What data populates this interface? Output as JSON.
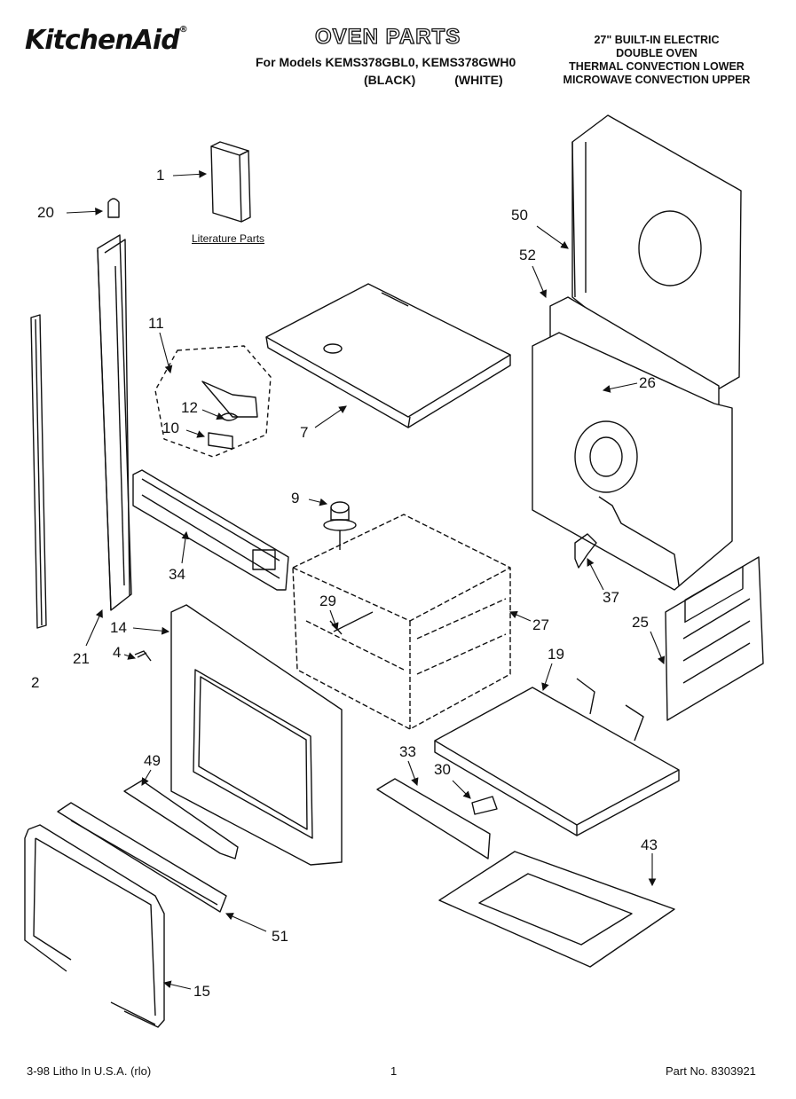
{
  "header": {
    "brand": "KitchenAid",
    "brand_mark": "®",
    "title": "OVEN PARTS",
    "models_line": "For Models KEMS378GBL0, KEMS378GWH0",
    "variants_line": "(BLACK) (WHITE)",
    "description_lines": [
      "27\" BUILT-IN ELECTRIC",
      "DOUBLE OVEN",
      "THERMAL CONVECTION LOWER",
      "MICROWAVE CONVECTION UPPER"
    ]
  },
  "literature_label": "Literature Parts",
  "callouts": [
    "1",
    "20",
    "50",
    "52",
    "26",
    "11",
    "12",
    "10",
    "7",
    "9",
    "34",
    "29",
    "27",
    "37",
    "25",
    "14",
    "4",
    "2",
    "21",
    "19",
    "49",
    "33",
    "30",
    "43",
    "51",
    "15"
  ],
  "footer": {
    "left": "3-98 Litho In U.S.A. (rlo)",
    "center": "1",
    "right": "Part No. 8303921"
  }
}
